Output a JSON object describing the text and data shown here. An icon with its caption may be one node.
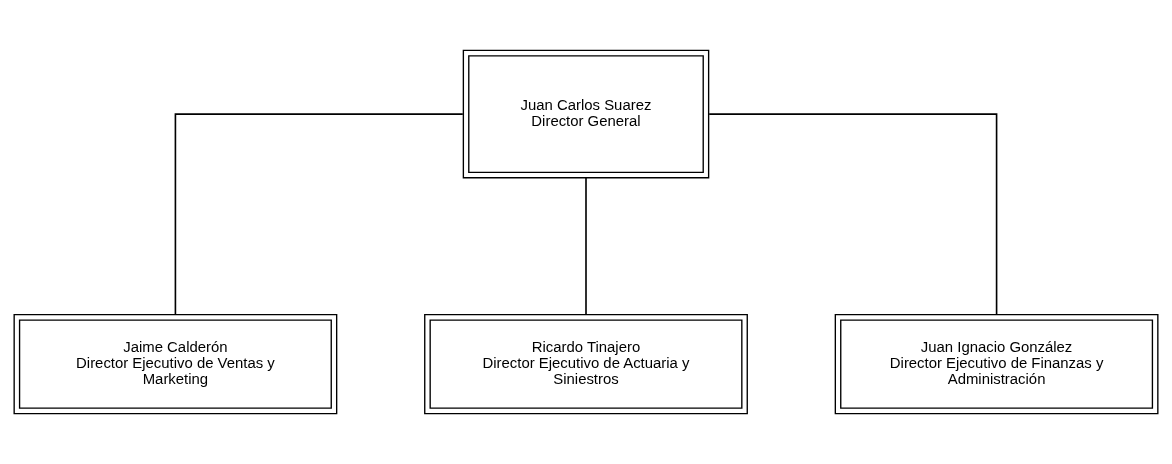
{
  "diagram": {
    "nodes": [
      {
        "text": [
          "Juan Carlos Suarez",
          "Director General"
        ]
      },
      {
        "text": [
          "Jaime Calderón",
          "Director Ejecutivo de Ventas y Marketing"
        ]
      },
      {
        "text": [
          "Ricardo Tinajero",
          "Director Ejecutivo de Actuaria y Siniestros"
        ]
      },
      {
        "text": [
          "Juan Ignacio González",
          "Director Ejecutivo de Finanzas y Administración"
        ]
      }
    ],
    "edges": [
      {
        "from": 0,
        "to": 1,
        "arrow": "none"
      },
      {
        "from": 0,
        "to": 2,
        "arrow": "none"
      },
      {
        "from": 0,
        "to": 3,
        "arrow": "none"
      }
    ]
  }
}
